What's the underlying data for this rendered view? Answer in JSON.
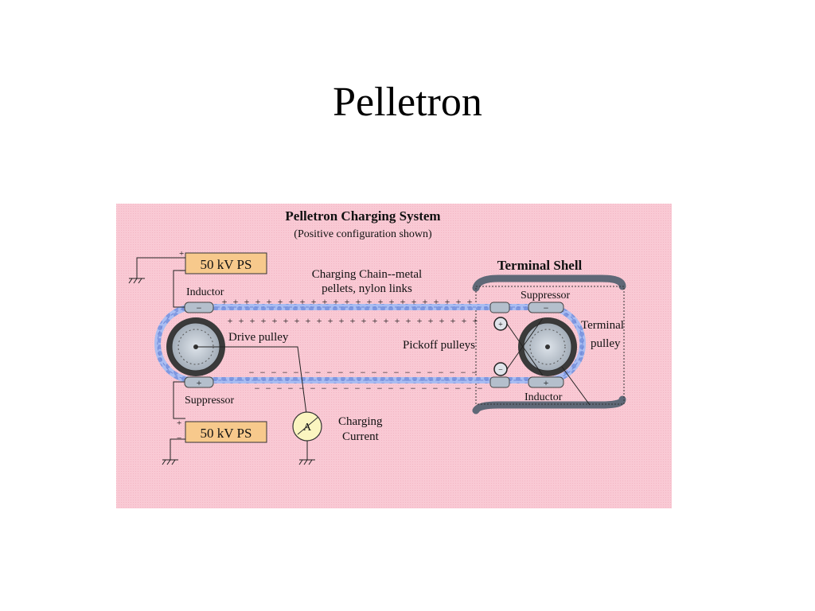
{
  "slide": {
    "title": "Pelletron"
  },
  "diagram": {
    "title": "Pelletron Charging System",
    "subtitle": "(Positive configuration shown)",
    "power_supply_top": "50 kV PS",
    "power_supply_bottom": "50 kV PS",
    "inductor_left": "Inductor",
    "suppressor_left": "Suppressor",
    "chain_label_line1": "Charging Chain--metal",
    "chain_label_line2": "pellets, nylon links",
    "terminal_shell": "Terminal Shell",
    "suppressor_right": "Suppressor",
    "inductor_right": "Inductor",
    "drive_pulley": "Drive pulley",
    "pickoff_pulleys": "Pickoff pulleys",
    "terminal_pulley_line1": "Terminal",
    "terminal_pulley_line2": "pulley",
    "ammeter_symbol": "A",
    "charging_current_line1": "Charging",
    "charging_current_line2": "Current",
    "plus_sign": "+",
    "minus_sign": "−",
    "pickoff_plus": "+",
    "pickoff_minus": "−"
  },
  "colors": {
    "background_panel": "#f9c9d4",
    "chain": "#8fa6e8",
    "chain_dark": "#5a73c8",
    "power_supply_box": "#f7c98c",
    "shell": "#6a7382",
    "electrode": "#b4bfcc",
    "ammeter": "#fbf5c0"
  }
}
